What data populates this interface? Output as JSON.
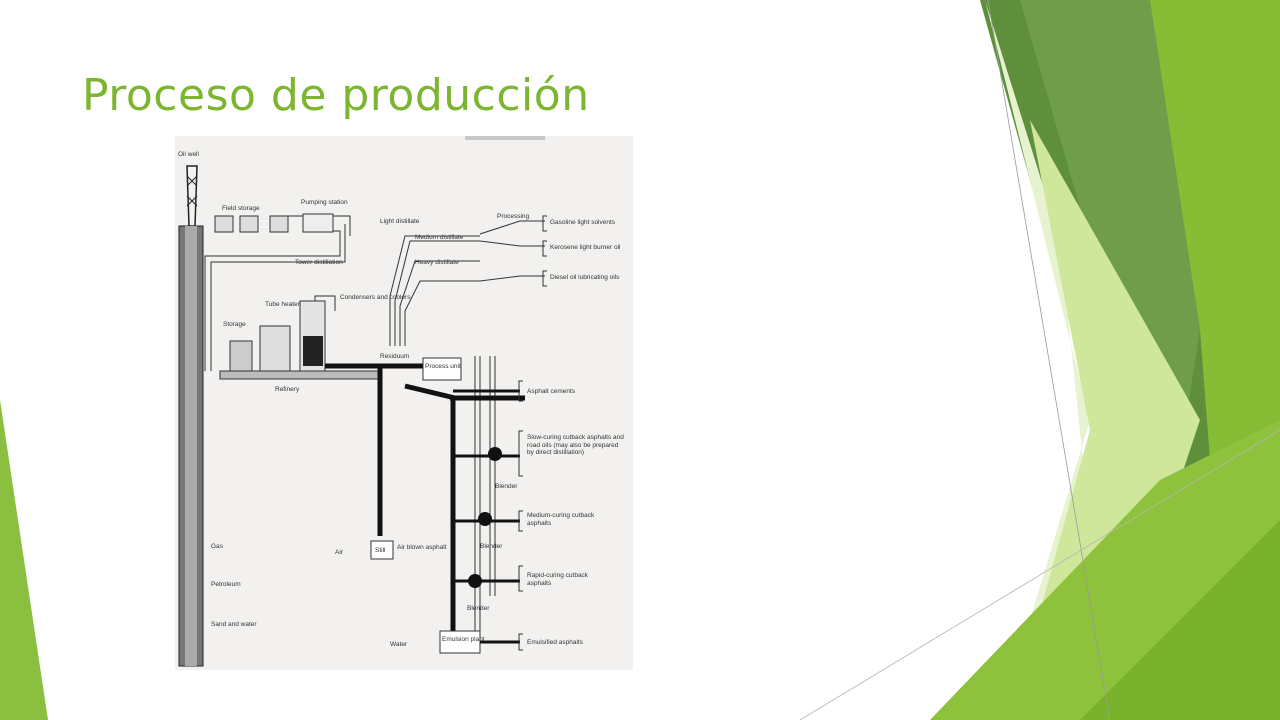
{
  "slide": {
    "title": "Proceso de producción"
  },
  "colors": {
    "accent": "#7cb52f",
    "green_dark": "#5e8f3a",
    "green_mid": "#8bbf3f",
    "green_light": "#d4ea9e"
  },
  "diagram": {
    "labels": {
      "oil_well": "Oil well",
      "field_storage": "Field storage",
      "pumping_station": "Pumping station",
      "tower_distillation": "Tower distillation",
      "tube_heater": "Tube heater",
      "storage": "Storage",
      "condensers": "Condensers and coolers",
      "refinery": "Refinery",
      "residuum": "Residuum",
      "process_unit": "Process unit",
      "light_distillate": "Light distillate",
      "medium_distillate": "Medium distillate",
      "heavy_distillate": "Heavy distillate",
      "processing": "Processing",
      "gasoline": "Gasoline light solvents",
      "kerosene": "Kerosene light burner oil",
      "diesel": "Diesel oil lubricating oils",
      "asphalt_cements": "Asphalt cements",
      "slow_curing": "Slow-curing cutback asphalts and road oils (may also be prepared by direct distillation)",
      "blender1": "Blender",
      "medium_curing": "Medium-curing cutback asphalts",
      "blender2": "Blender",
      "rapid_curing": "Rapid-curing cutback asphalts",
      "blender3": "Blender",
      "still": "Still",
      "air": "Air",
      "air_blown": "Air blown asphalt",
      "water": "Water",
      "emulsion_plant": "Emulsion plant",
      "emulsified": "Emulsified asphalts",
      "gas": "Gas",
      "petroleum": "Petroleum",
      "sand_water": "Sand and water"
    }
  }
}
